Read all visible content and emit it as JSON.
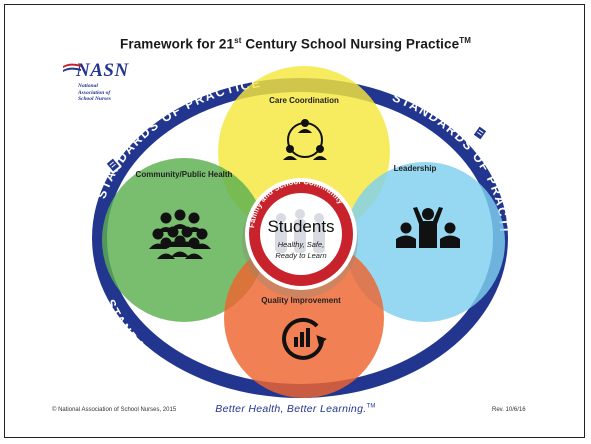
{
  "title": {
    "main": "Framework for 21",
    "superscript": "st",
    "rest": " Century School Nursing Practice",
    "trademark": "TM"
  },
  "logo": {
    "mark": "NASN",
    "subtitle_lines": [
      "National",
      "Association of",
      "School Nurses"
    ]
  },
  "ring": {
    "label": "STANDARDS OF PRACTICE",
    "color": "#22368f",
    "icon": "clipboard-icon"
  },
  "circles": [
    {
      "id": "care-coordination",
      "label": "Care Coordination",
      "color": "#f5e63c",
      "icon": "group-circle-icon"
    },
    {
      "id": "community-public-health",
      "label": "Community/Public Health",
      "color": "#5bb04f",
      "icon": "crowd-icon"
    },
    {
      "id": "leadership",
      "label": "Leadership",
      "color": "#7fd0ee",
      "icon": "leader-icon"
    },
    {
      "id": "quality-improvement",
      "label": "Quality Improvement",
      "color": "#ee6530",
      "icon": "chart-cycle-icon"
    }
  ],
  "center": {
    "ring_text": "Family and School Community",
    "ring_color": "#c8232c",
    "title": "Students",
    "subtitle_line1": "Healthy, Safe,",
    "subtitle_line2": "Ready to Learn"
  },
  "footer": {
    "copyright": "© National Association of School Nurses, 2015",
    "tagline": "Better Health, Better Learning.",
    "tagline_mark": "TM",
    "revision": "Rev. 10/6/16"
  }
}
